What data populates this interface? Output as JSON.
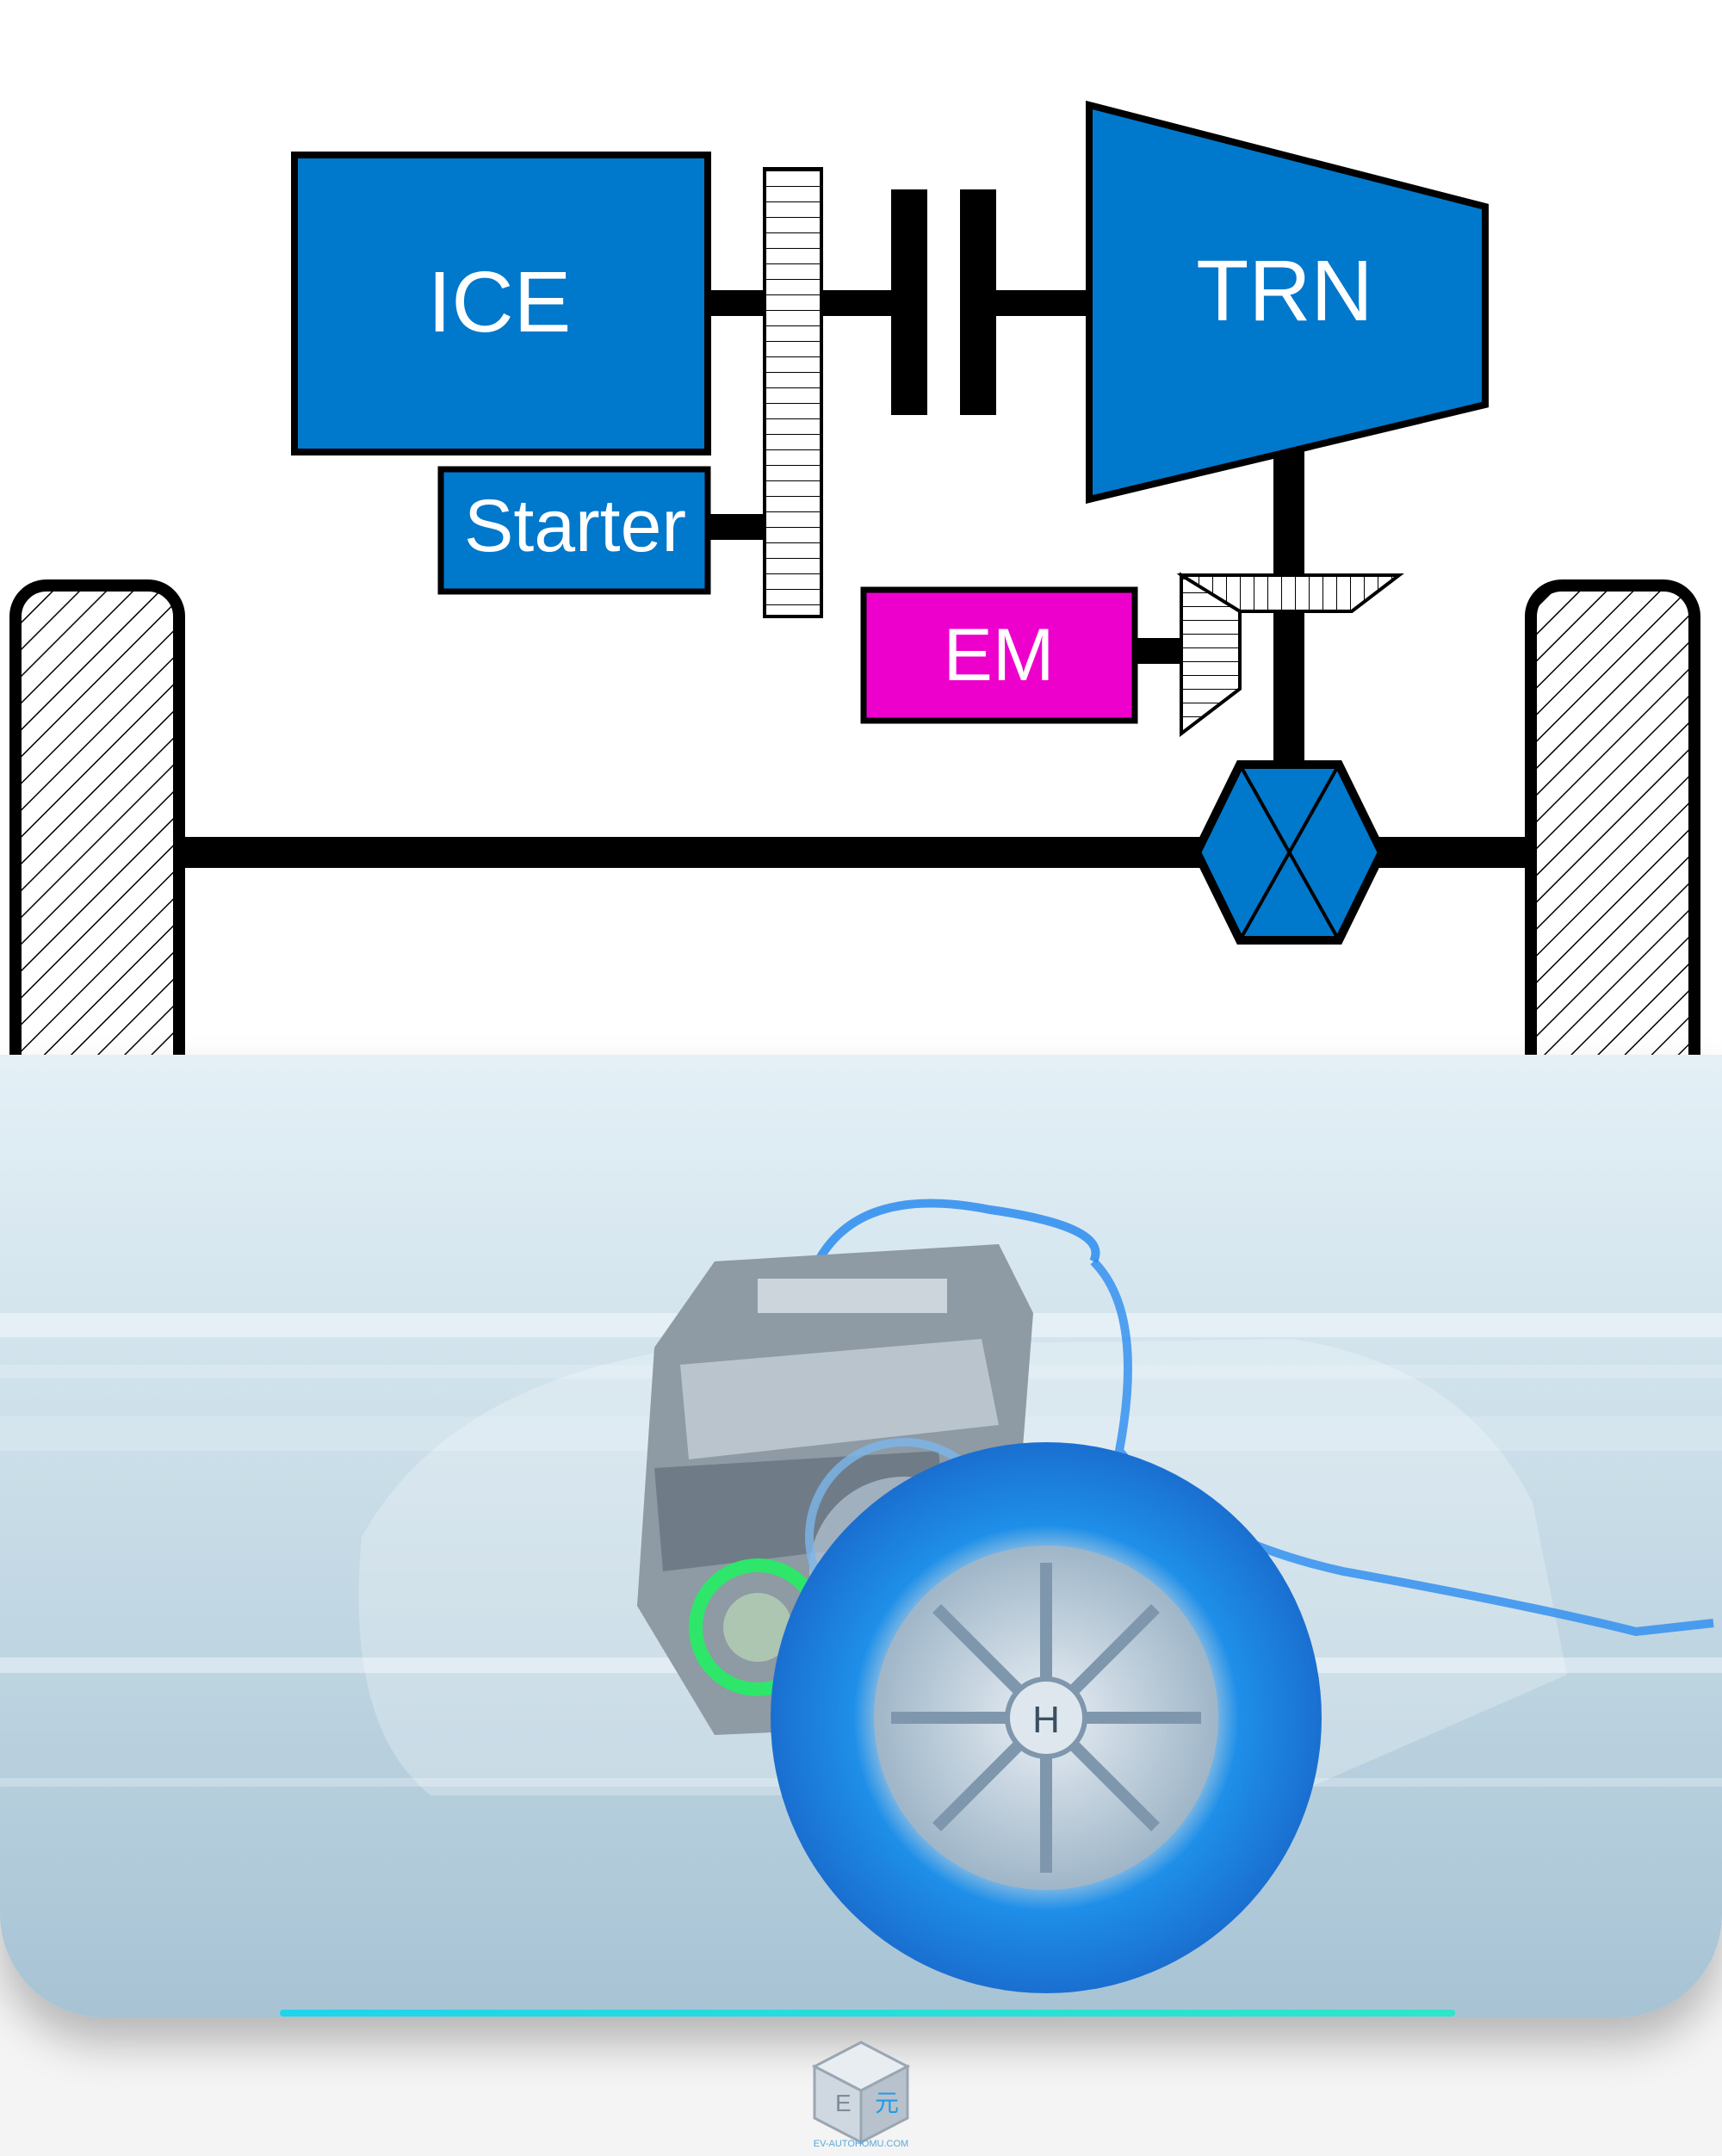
{
  "diagram": {
    "blocks": {
      "ice": "ICE",
      "trn": "TRN",
      "starter": "Starter",
      "em": "EM"
    },
    "colors": {
      "block_blue": "#0078cc",
      "em_magenta": "#ee00cc",
      "line": "#000000"
    }
  },
  "photo": {
    "icons": [
      "engine-illustration",
      "wheel-illustration",
      "motor-gear-illustration"
    ]
  },
  "progress": {
    "value": 1.0,
    "color": "#2ee6c9"
  },
  "logo": {
    "caption": "EV-AUTOHOMU.COM",
    "icon": "cube-logo-icon"
  }
}
